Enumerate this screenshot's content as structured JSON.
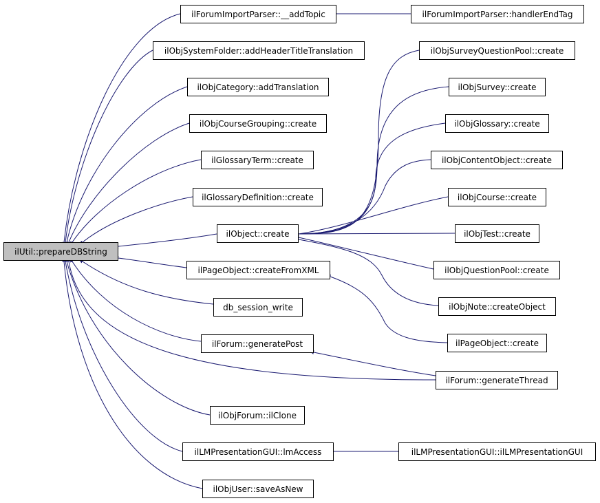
{
  "colors": {
    "edge": "#191970",
    "node_border": "#000000",
    "root_fill": "#bfbfbf",
    "node_fill": "#ffffff"
  },
  "nodes": {
    "root": "ilUtil::prepareDBString",
    "addTopic": "ilForumImportParser::__addTopic",
    "handlerEndTag": "ilForumImportParser::handlerEndTag",
    "addHeaderTitleTranslation": "ilObjSystemFolder::addHeaderTitleTranslation",
    "catAddTranslation": "ilObjCategory::addTranslation",
    "courseGroupingCreate": "ilObjCourseGrouping::create",
    "glossaryTermCreate": "ilGlossaryTerm::create",
    "glossaryDefinitionCreate": "ilGlossaryDefinition::create",
    "objectCreate": "ilObject::create",
    "pageObjectCreateFromXML": "ilPageObject::createFromXML",
    "dbSessionWrite": "db_session_write",
    "forumGeneratePost": "ilForum::generatePost",
    "objForumClone": "ilObjForum::ilClone",
    "lmAccess": "ilLMPresentationGUI::lmAccess",
    "userSaveAsNew": "ilObjUser::saveAsNew",
    "surveyQuestionPoolCreate": "ilObjSurveyQuestionPool::create",
    "surveyCreate": "ilObjSurvey::create",
    "glossaryCreate": "ilObjGlossary::create",
    "contentObjectCreate": "ilObjContentObject::create",
    "courseCreate": "ilObjCourse::create",
    "testCreate": "ilObjTest::create",
    "questionPoolCreate": "ilObjQuestionPool::create",
    "noteCreateObject": "ilObjNote::createObject",
    "pageObjectCreate": "ilPageObject::create",
    "forumGenerateThread": "ilForum::generateThread",
    "lmPresentationGUI": "ilLMPresentationGUI::ilLMPresentationGUI"
  }
}
